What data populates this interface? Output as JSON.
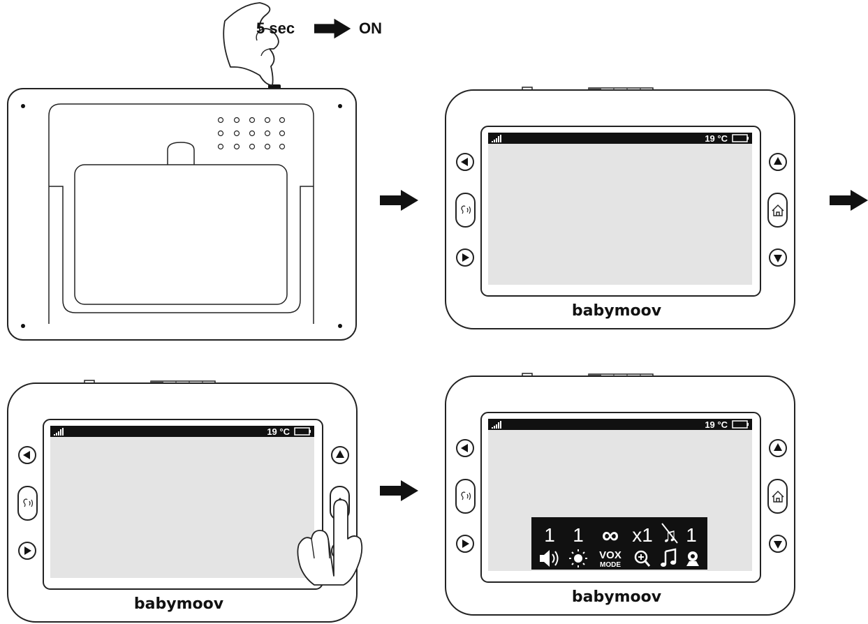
{
  "step1": {
    "hold_time": "5 sec",
    "result": "ON"
  },
  "monitor": {
    "brand": "babymoov",
    "temperature": "19 °C"
  },
  "settings_bar": {
    "values": [
      "1",
      "1",
      "∞",
      "x1",
      "♫",
      "1"
    ],
    "vox_line1": "VOX",
    "vox_line2": "MODE",
    "icons": [
      "speaker-icon",
      "brightness-icon",
      "vox-mode-icon",
      "zoom-icon",
      "music-note-icon",
      "camera-icon"
    ]
  }
}
